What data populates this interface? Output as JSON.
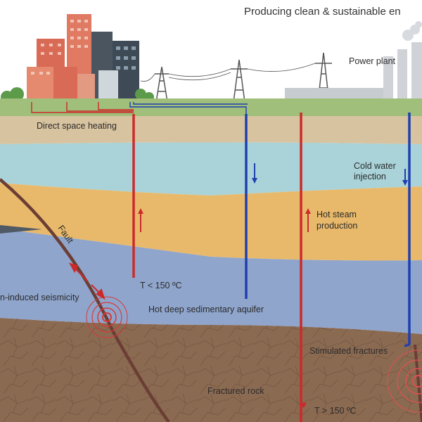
{
  "title": "Producing clean & sustainable en",
  "labels": {
    "power_plant": "Power plant",
    "direct_heating": "Direct space heating",
    "cold_water_1": "Cold water",
    "cold_water_2": "injection",
    "hot_steam_1": "Hot steam",
    "hot_steam_2": "production",
    "fault": "Fault",
    "seismicity": "n-induced seismicity",
    "temp_low": "T < 150 ºC",
    "aquifer": "Hot deep sedimentary aquifer",
    "stimulated": "Stimulated fractures",
    "fractured": "Fractured rock",
    "temp_high": "T > 150 ºC"
  },
  "colors": {
    "sky": "#ffffff",
    "grass": "#9fbf7a",
    "topsoil": "#d8c3a0",
    "teal_layer": "#a9d3d8",
    "orange_layer": "#e9b96b",
    "blue_layer": "#8fa5cc",
    "rock": "#8b6a52",
    "hot_well": "#cc2a2a",
    "cold_well": "#1f3fb0",
    "fault": "#6b3e35"
  }
}
